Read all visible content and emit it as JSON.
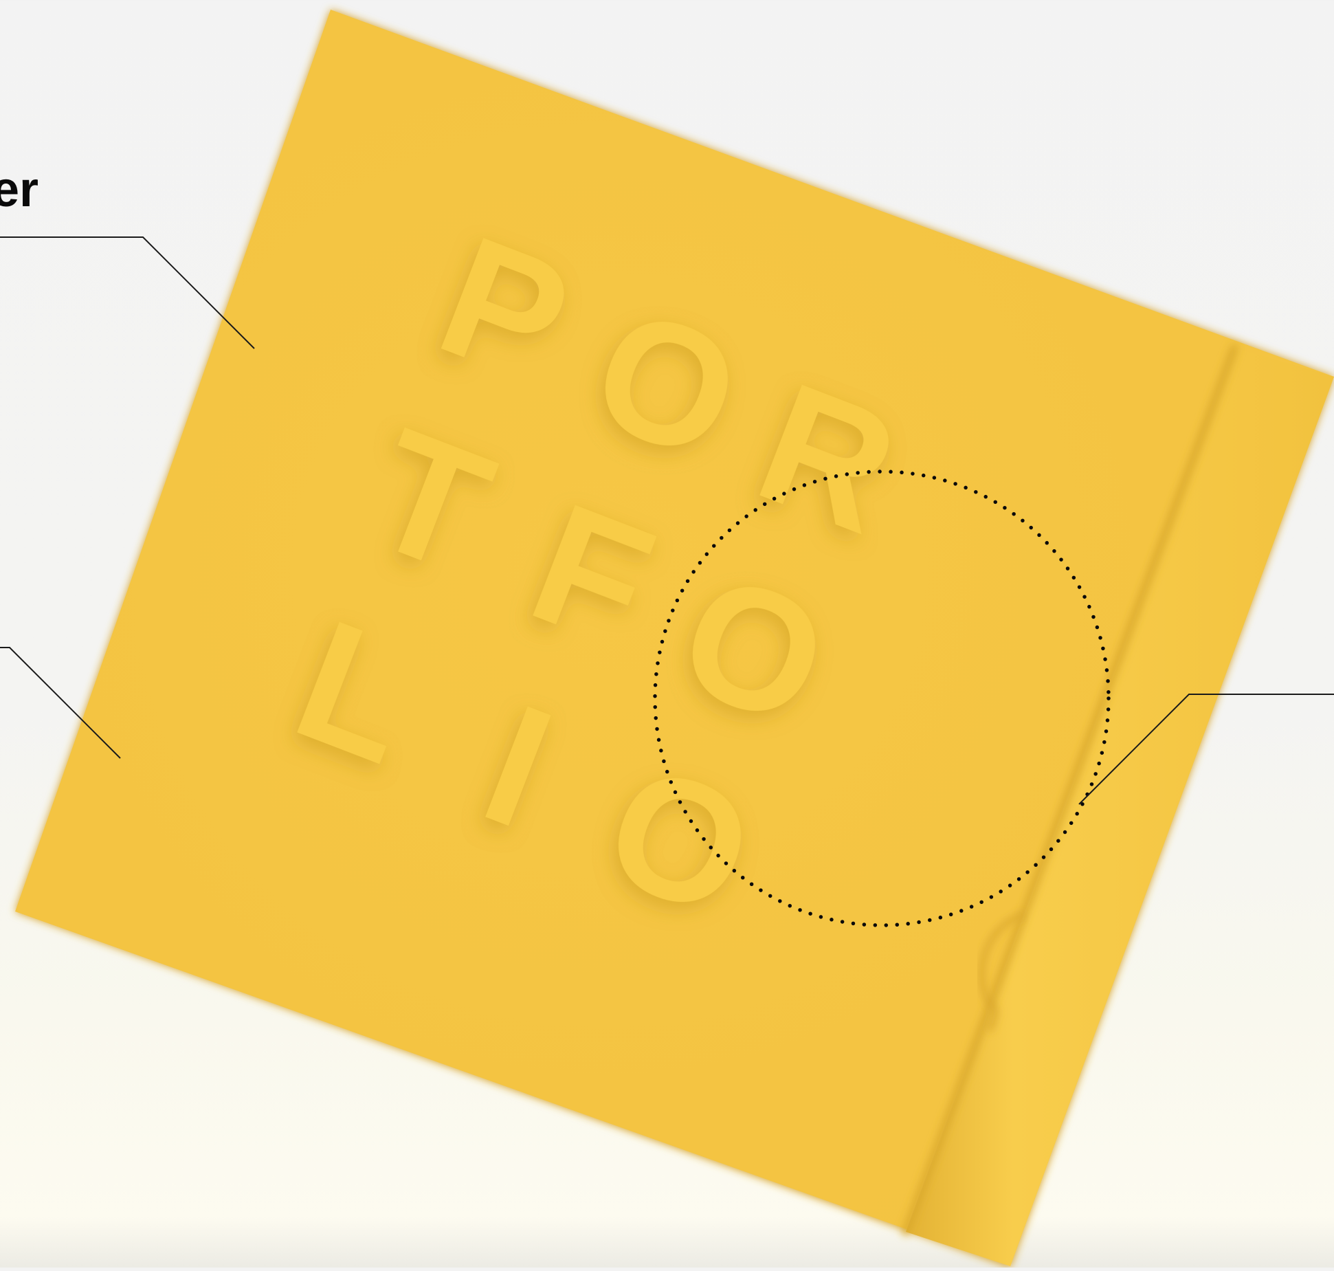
{
  "cover": {
    "title_letters": [
      "P",
      "O",
      "R",
      "T",
      "F",
      "O",
      "L",
      "I",
      "O"
    ],
    "color": "#f6c846",
    "shadow_color": "#d9a92a",
    "letter_color": "#f8cc46"
  },
  "callouts": {
    "top_label": "er",
    "line_color": "#1a1a1a"
  },
  "background": {
    "top_color": "#f3f3f3",
    "bottom_color": "#fdfbf0"
  }
}
